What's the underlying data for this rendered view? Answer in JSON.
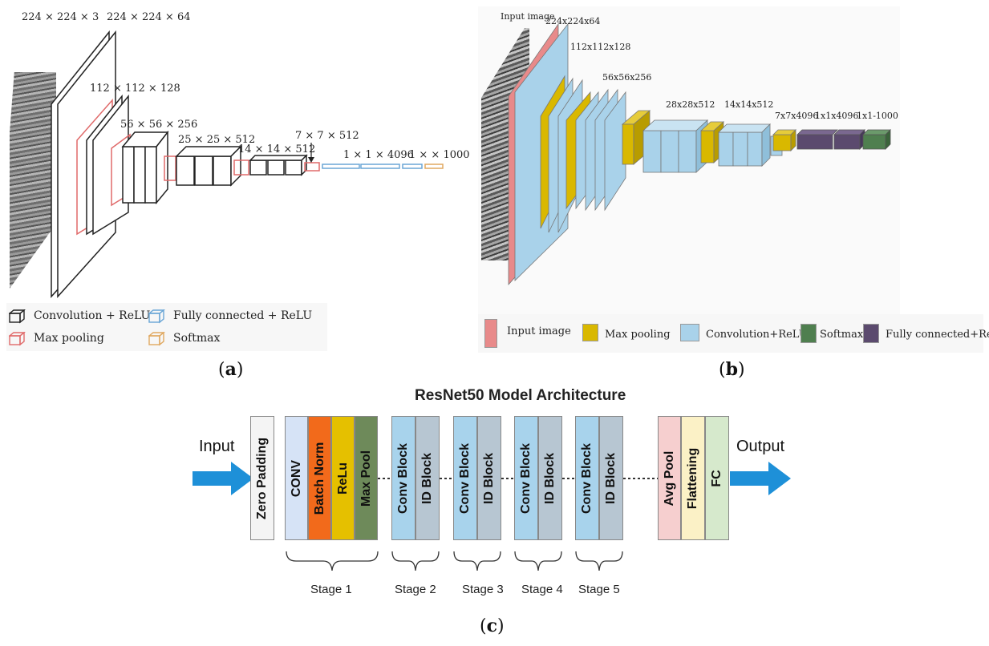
{
  "panel_a": {
    "labels": {
      "in": "224 × 224 × 3",
      "c1": "224 × 224 × 64",
      "c2": "112 × 112 × 128",
      "c3": "56 × 56 × 256",
      "c4": "25 × 25 × 512",
      "c5": "14 × 14 × 512",
      "c6": "7 × 7 × 512",
      "fc": "1 × 1 × 4096",
      "sm": "1 × × 1000"
    },
    "legend": {
      "conv": "Convolution + ReLU",
      "fc": "Fully connected + ReLU",
      "pool": "Max pooling",
      "softmax": "Softmax"
    },
    "colors": {
      "conv": "#222222",
      "pool": "#e06a6a",
      "fc": "#6aa6d6",
      "softmax": "#e0a860"
    },
    "caption": "a"
  },
  "panel_b": {
    "labels": {
      "in": "Input image",
      "c1": "224x224x64",
      "c2": "112x112x128",
      "c3": "56x56x256",
      "c4": "28x28x512",
      "c5": "14x14x512",
      "c6": "7x7x4096",
      "fc1": "1x1x4096",
      "fc2": "1x1-1000"
    },
    "legend": {
      "input": "Input image",
      "pool": "Max pooling",
      "conv": "Convolution+ReLU",
      "softmax": "Softmax",
      "fc": "Fully connected+ReLU"
    },
    "colors": {
      "input": "#e88a8a",
      "pool": "#d9b800",
      "conv": "#a9d2ea",
      "softmax": "#4f7f4f",
      "fc": "#5b4a6e"
    },
    "caption": "b"
  },
  "panel_c": {
    "title": "ResNet50 Model Architecture",
    "input": "Input",
    "output": "Output",
    "blocks": {
      "zero_padding": "Zero Padding",
      "conv": "CONV",
      "batch_norm": "Batch Norm",
      "relu": "ReLu",
      "max_pool": "Max Pool",
      "conv_block": "Conv Block",
      "id_block": "ID Block",
      "avg_pool": "Avg Pool",
      "flattening": "Flattening",
      "fc": "FC"
    },
    "stages": [
      "Stage 1",
      "Stage 2",
      "Stage 3",
      "Stage 4",
      "Stage 5"
    ],
    "colors": {
      "zero_padding": "#f4f4f4",
      "conv": "#d6e3f6",
      "batch_norm": "#f26a1b",
      "relu": "#e5c000",
      "max_pool": "#6e8a5a",
      "conv_block": "#a8d3ec",
      "id_block": "#b7c6d2",
      "avg_pool": "#f6cfcf",
      "flattening": "#fbf1c6",
      "fc": "#d6e9cc",
      "arrow": "#1e90d8"
    },
    "caption": "c"
  }
}
